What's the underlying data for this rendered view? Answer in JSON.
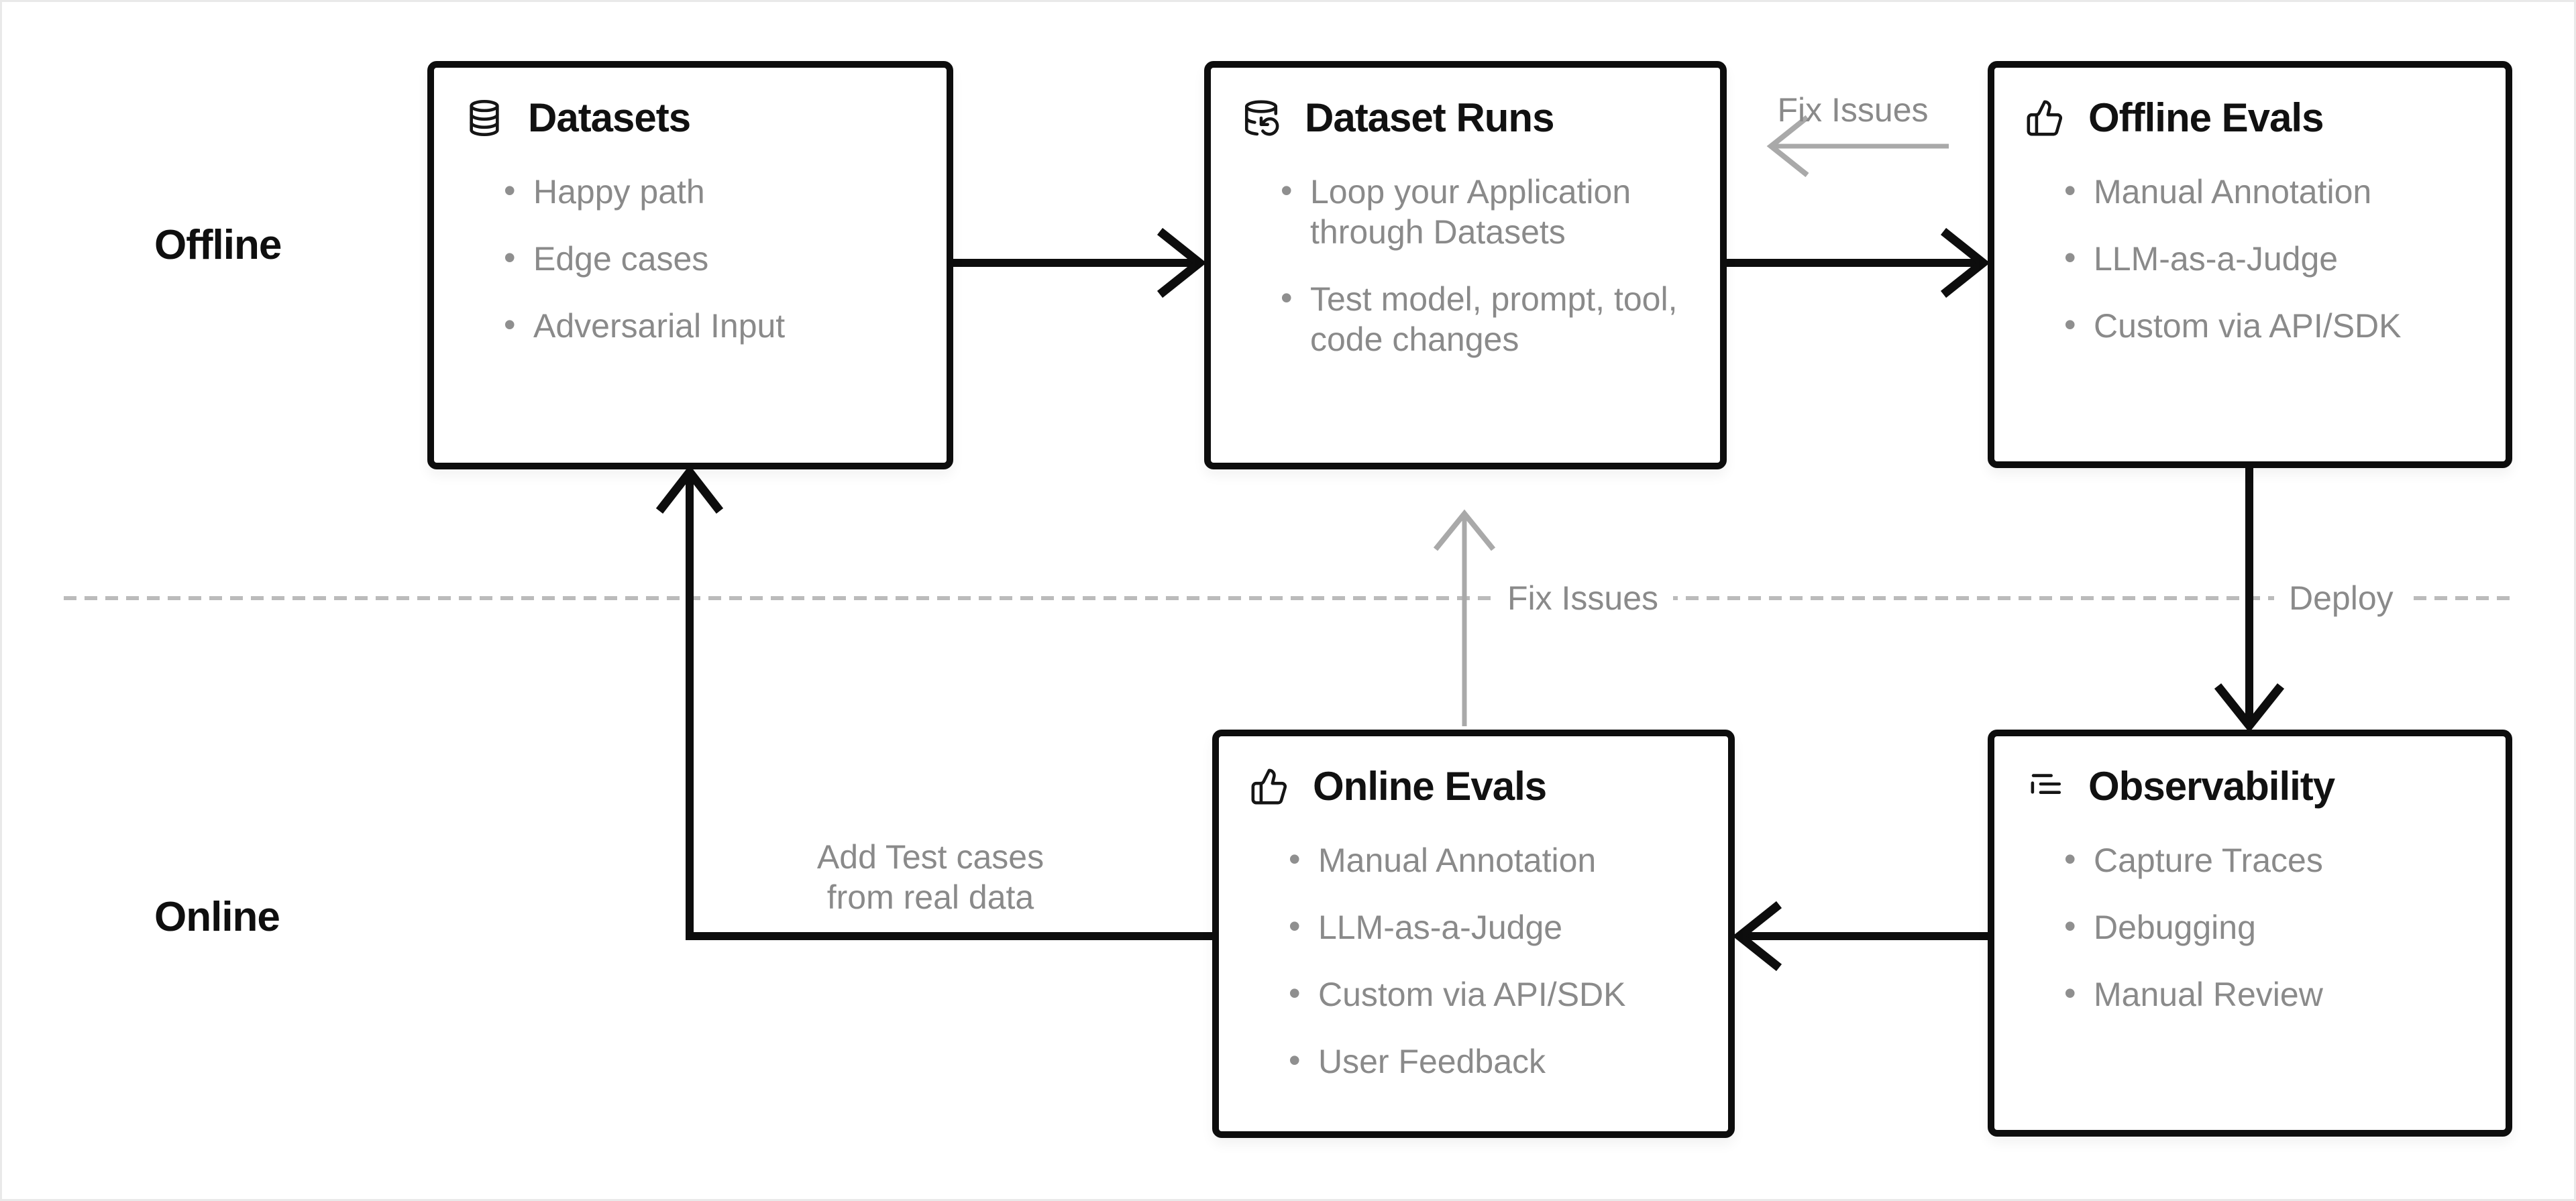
{
  "section_labels": {
    "offline": "Offline",
    "online": "Online"
  },
  "boxes": [
    {
      "id": "datasets",
      "title": "Datasets",
      "icon": "database-icon",
      "items": [
        "Happy path",
        "Edge cases",
        "Adversarial Input"
      ]
    },
    {
      "id": "dataset-runs",
      "title": "Dataset Runs",
      "icon": "database-refresh-icon",
      "items": [
        "Loop your Application through Datasets",
        "Test model, prompt, tool, code changes"
      ]
    },
    {
      "id": "offline-evals",
      "title": "Offline Evals",
      "icon": "thumbs-up-icon",
      "items": [
        "Manual Annotation",
        "LLM-as-a-Judge",
        "Custom via API/SDK"
      ]
    },
    {
      "id": "online-evals",
      "title": "Online Evals",
      "icon": "thumbs-up-icon",
      "items": [
        "Manual Annotation",
        "LLM-as-a-Judge",
        "Custom via API/SDK",
        "User Feedback"
      ]
    },
    {
      "id": "observability",
      "title": "Observability",
      "icon": "list-tree-icon",
      "items": [
        "Capture Traces",
        "Debugging",
        "Manual Review"
      ]
    }
  ],
  "edge_labels": {
    "fix_issues_top": "Fix Issues",
    "fix_issues_mid": "Fix Issues",
    "deploy": "Deploy",
    "add_test_cases_line1": "Add Test cases",
    "add_test_cases_line2": "from real data"
  },
  "colors": {
    "black_lines": "#0d0d0d",
    "title_text": "#111111",
    "body_text": "#8a8a8a",
    "gray_arrows": "#a9a9a9",
    "divider_dashes": "#bbbbbb",
    "background": "#ffffff",
    "page_border": "#e9e9e9"
  }
}
